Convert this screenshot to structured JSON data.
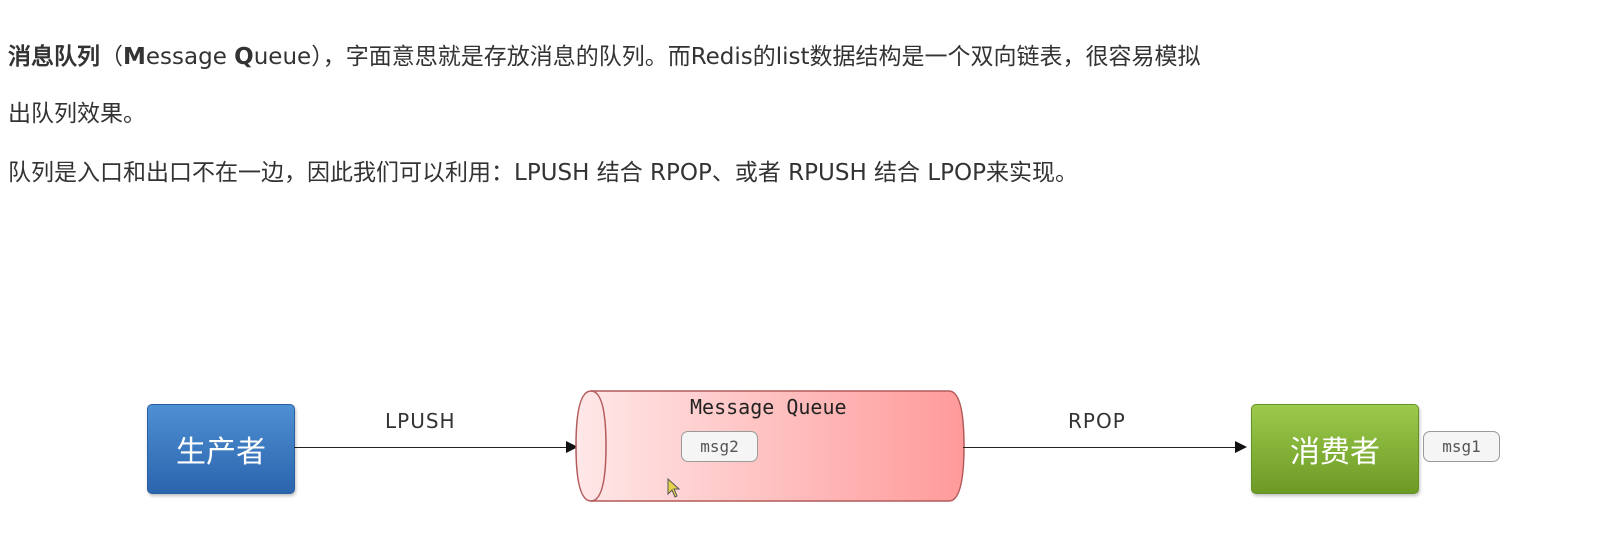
{
  "text": {
    "p1_bold": "消息队列",
    "p1_paren_open": "（",
    "p1_M": "M",
    "p1_essage": "essage ",
    "p1_Q": "Q",
    "p1_ueue": "ueue",
    "p1_rest": "），字面意思就是存放消息的队列。而Redis的list数据结构是一个双向链表，很容易模拟",
    "p1_line2": "出队列效果。",
    "p2": "队列是入口和出口不在一边，因此我们可以利用：LPUSH 结合 RPOP、或者 RPUSH 结合 LPOP来实现。"
  },
  "diagram": {
    "producer_label": "生产者",
    "consumer_label": "消费者",
    "push_label": "LPUSH",
    "pop_label": "RPOP",
    "queue_label": "Message Queue",
    "queue_message": "msg2",
    "consumed_message": "msg1"
  },
  "colors": {
    "producer": "#2f6db5",
    "consumer": "#7aab2f",
    "queue_fill_start": "#ffe8e8",
    "queue_fill_end": "#ff9a9a",
    "queue_stroke": "#b45a5a"
  },
  "icons": {
    "cursor": "mouse-pointer-icon"
  }
}
